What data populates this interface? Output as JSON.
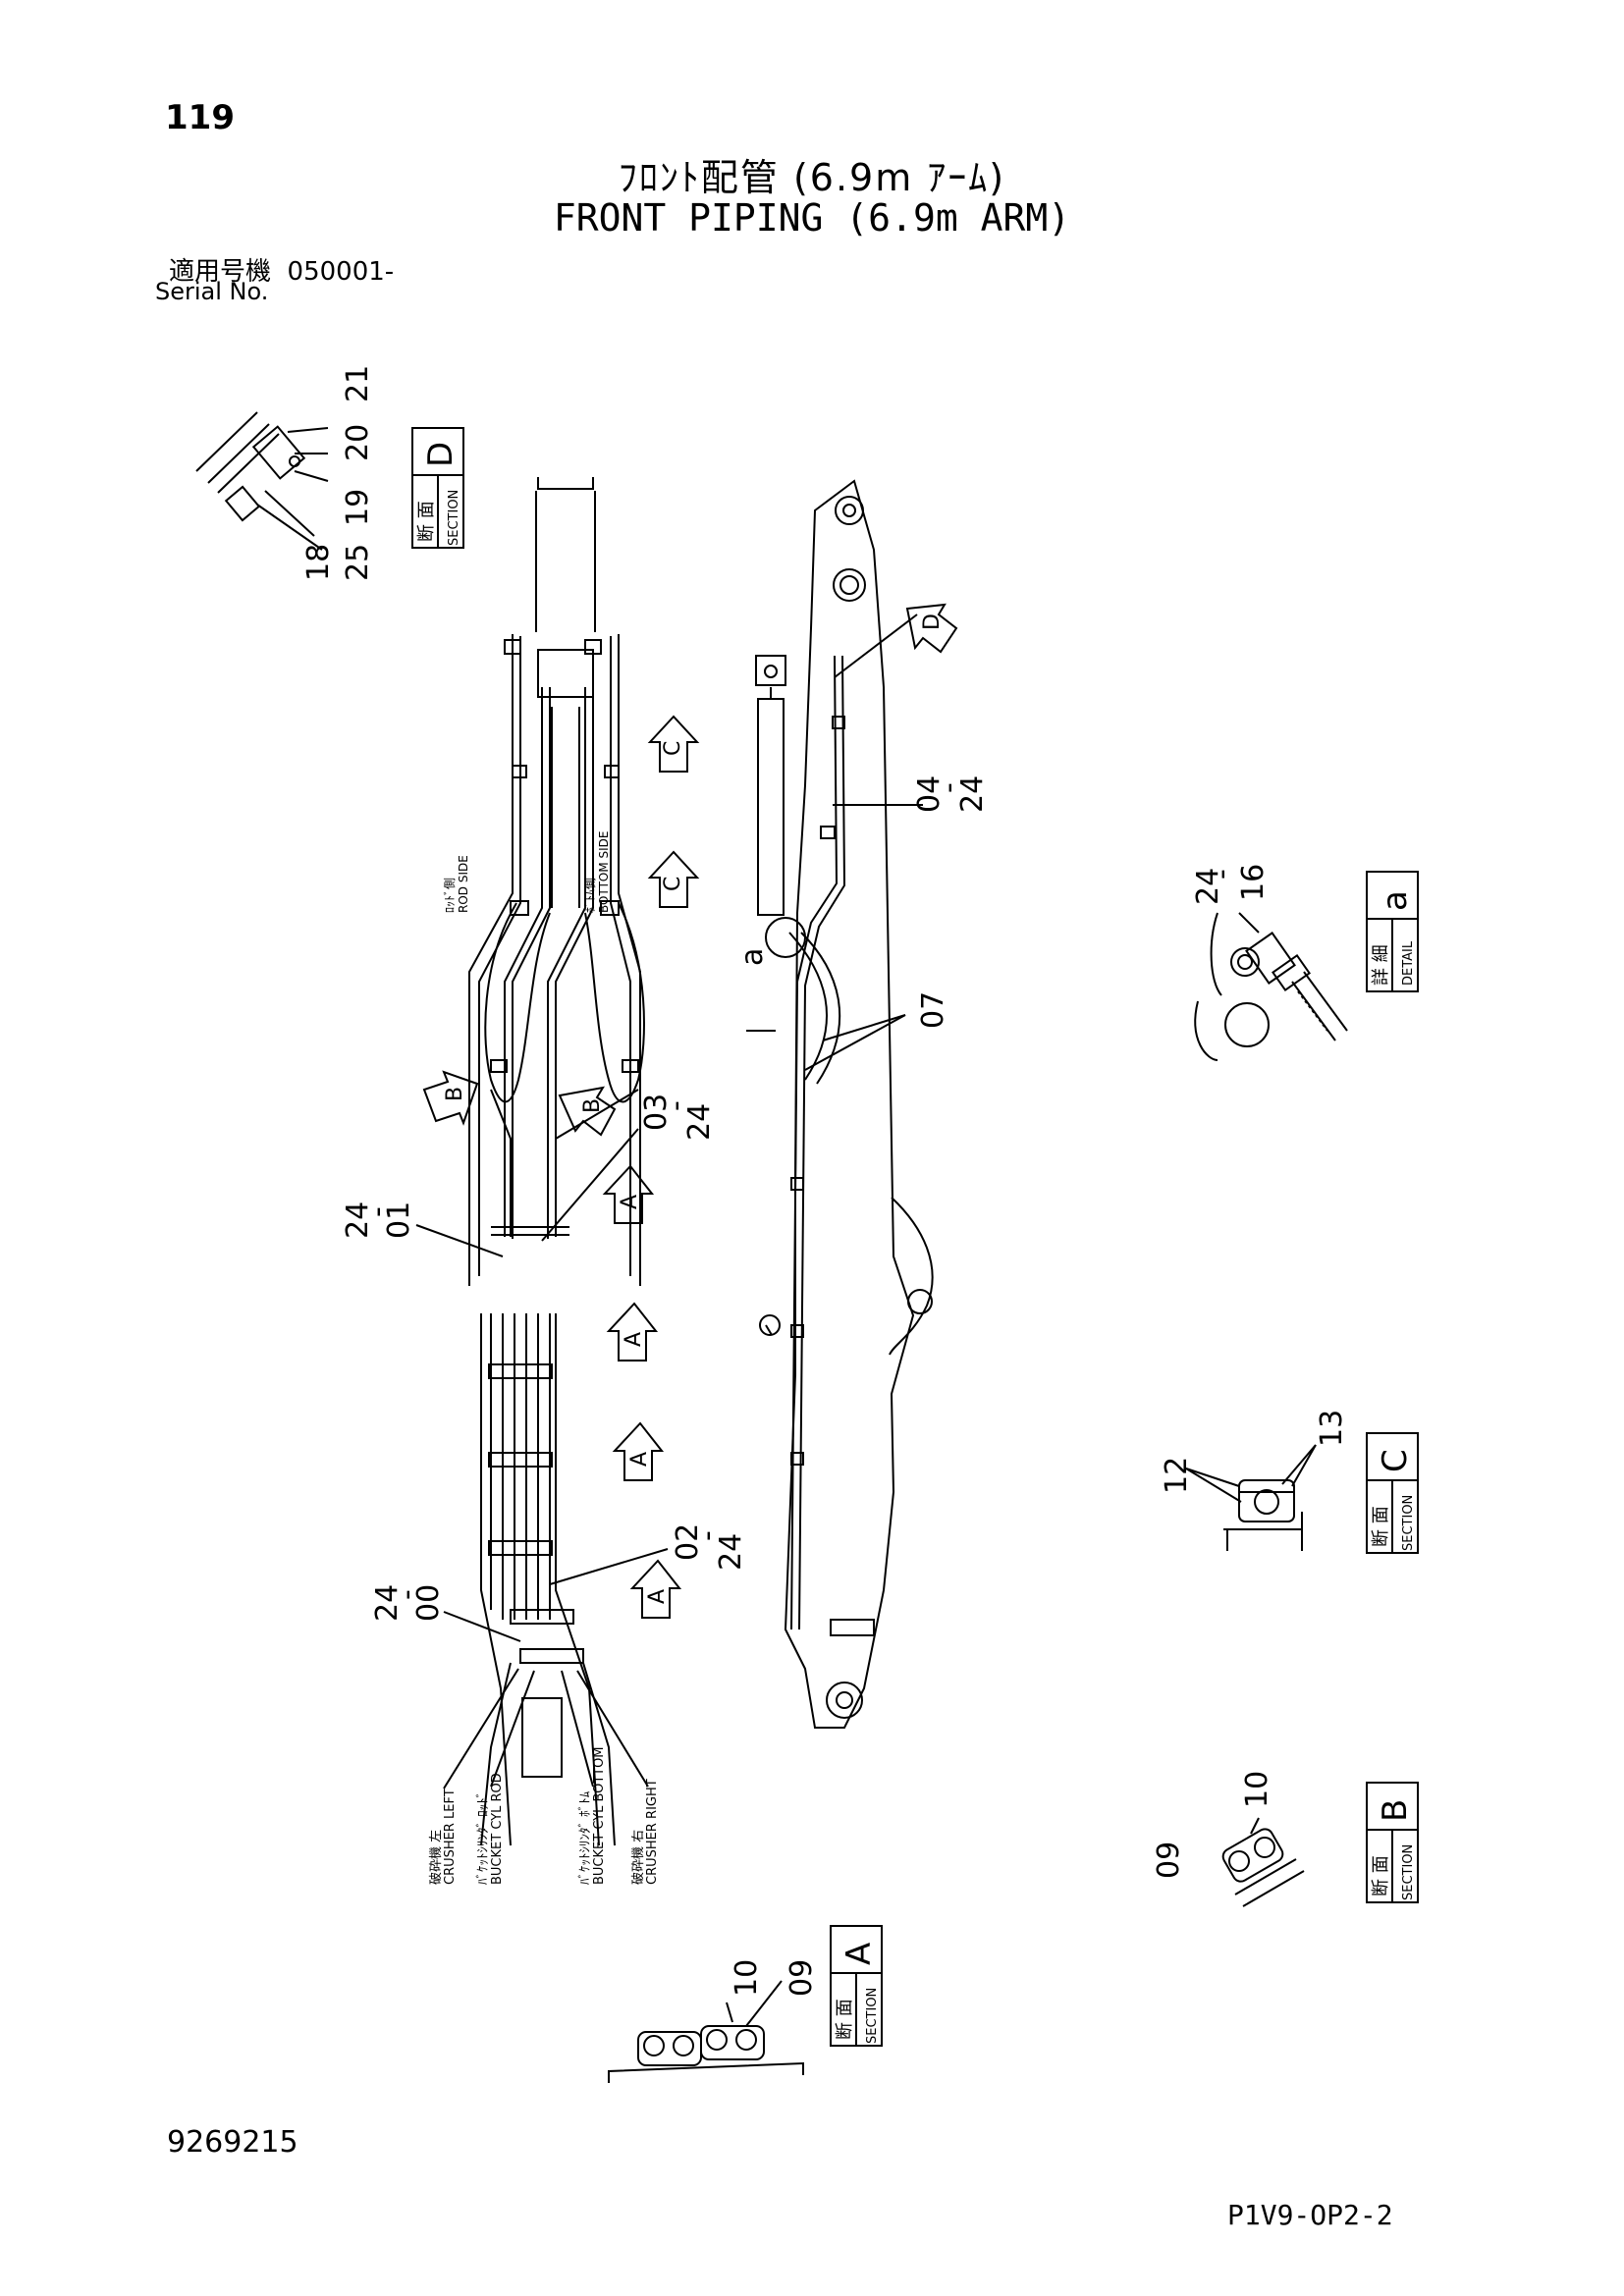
{
  "header": {
    "page_number": "119",
    "title_jp": "ﾌﾛﾝﾄ配管 (6.9m ｱｰﾑ)",
    "title_en": "FRONT PIPING (6.9m ARM)",
    "serial_label_jp": "適用号機",
    "serial_value": "050001-",
    "serial_label_en": "Serial No."
  },
  "footer": {
    "document_number": "9269215",
    "page_code": "P1V9-OP2-2"
  },
  "section_boxes": {
    "section_label_jp": "断 面",
    "section_label_en": "SECTION",
    "detail_label_jp": "詳 細",
    "detail_label_en": "DETAIL",
    "section_d": "D",
    "section_c": "C",
    "section_b": "B",
    "section_a": "A",
    "detail_a": "a"
  },
  "view_arrows": [
    "C",
    "C",
    "B",
    "B",
    "A",
    "A",
    "A",
    "A",
    "D"
  ],
  "side_labels": {
    "rod_side_jp": "ﾛｯﾄﾞ側",
    "rod_side_en": "ROD SIDE",
    "bottom_side_jp": "ﾎﾞﾄﾑ側",
    "bottom_side_en": "BOTTOM SIDE"
  },
  "hose_labels": [
    {
      "jp": "破砕機 左",
      "en": "CRUSHER LEFT"
    },
    {
      "jp": "ﾊﾞｹｯﾄｼﾘﾝﾀﾞ ﾛｯﾄﾞ",
      "en": "BUCKET CYL ROD"
    },
    {
      "jp": "ﾊﾞｹｯﾄｼﾘﾝﾀﾞ ﾎﾞﾄﾑ",
      "en": "BUCKET CYL BOTTOM"
    },
    {
      "jp": "破砕機 右",
      "en": "CRUSHER RIGHT"
    }
  ],
  "part_callouts": {
    "d_21": "21",
    "d_20": "20",
    "d_19": "19",
    "d_18": "18",
    "d_25": "25",
    "c04_a": "04",
    "c04_dash": "-",
    "c04_b": "24",
    "c07": "07",
    "c03_a": "03",
    "c03_dash": "-",
    "c03_b": "24",
    "c01_a": "24",
    "c01_dash": "-",
    "c01_b": "01",
    "c02_a": "02",
    "c02_dash": "-",
    "c02_b": "24",
    "c00_a": "24",
    "c00_dash": "-",
    "c00_b": "00",
    "det_24": "24",
    "det_dash": "-",
    "det_16": "16",
    "a_marker": "a",
    "sc_12": "12",
    "sc_13": "13",
    "sb_10": "10",
    "sb_09": "09",
    "sa_10": "10",
    "sa_09": "09"
  }
}
